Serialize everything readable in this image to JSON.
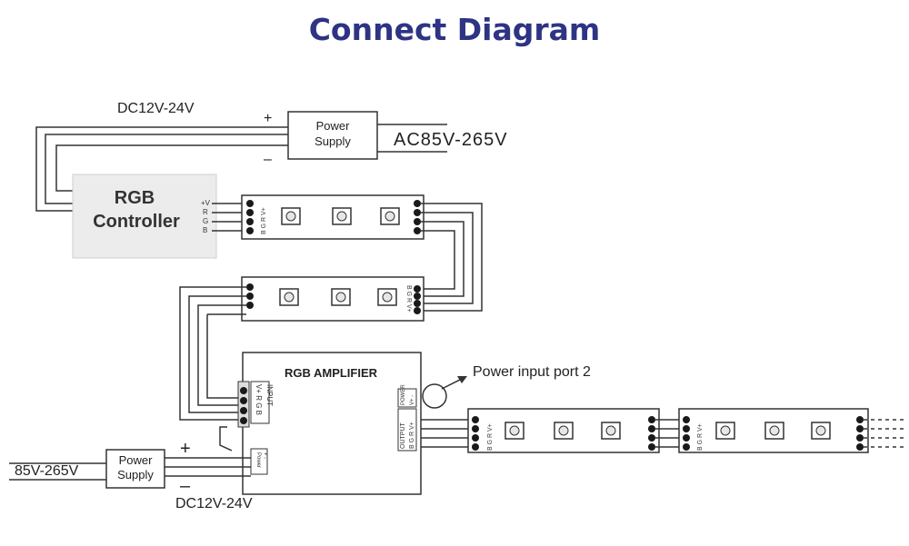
{
  "title": "Connect  Diagram",
  "top_supply": {
    "voltage_label": "DC12V-24V",
    "plus": "+",
    "minus": "–",
    "box_line1": "Power",
    "box_line2": "Supply",
    "ac_label": "AC85V-265V"
  },
  "controller": {
    "line1": "RGB",
    "line2": "Controller",
    "pins": [
      "+V",
      "R",
      "G",
      "B"
    ]
  },
  "strip": {
    "pin_label": "B G R V+",
    "pin_label_mirror": "B G R V+"
  },
  "amplifier": {
    "title": "RGB AMPLIFIER",
    "input_label": "INPUT",
    "input_pins": [
      "V+",
      "R",
      "G",
      "B"
    ],
    "output_label": "OUTPUT",
    "output_pins": "B G R V+",
    "power_label": "POWER",
    "power_pins": "V+  -",
    "power_in_label": "Power",
    "power_in_pins": "+   -"
  },
  "power_port_label": "Power input port 2",
  "bottom_supply": {
    "ac_label": "85V-265V",
    "box_line1": "Power",
    "box_line2": "Supply",
    "plus": "+",
    "minus": "–",
    "voltage_label": "DC12V-24V"
  }
}
